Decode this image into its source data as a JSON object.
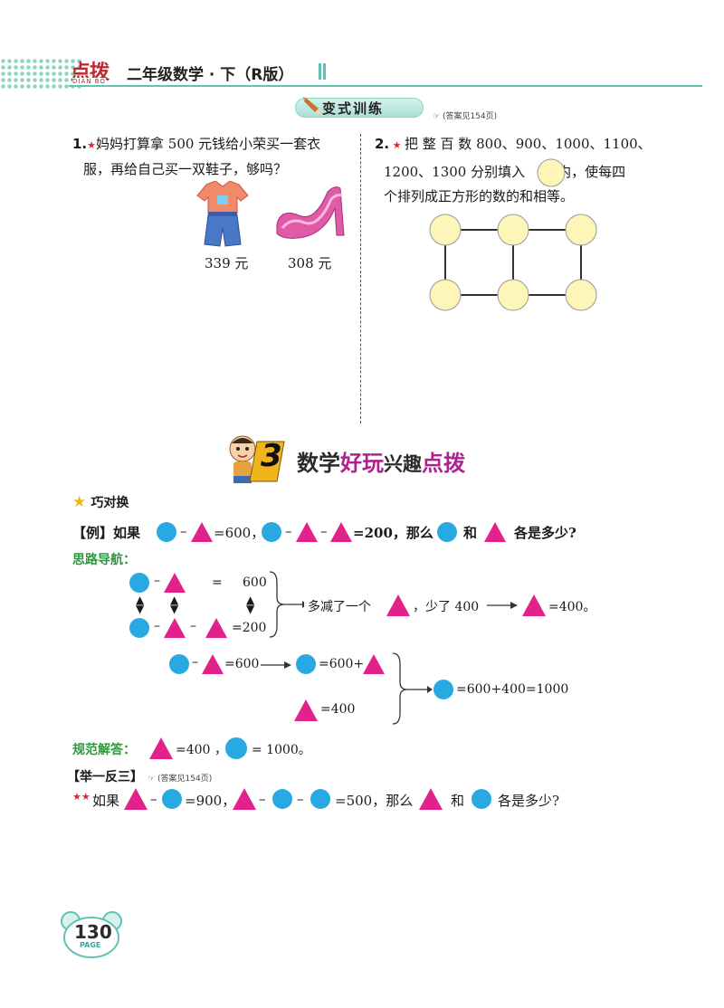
{
  "header": {
    "logo_text": "点拨",
    "logo_pinyin": "DIAN BO",
    "book_title": "二年级数学 · 下（R版）"
  },
  "section_variant": {
    "title": "变式训练",
    "answer_ref": "(答案见154页)"
  },
  "q1": {
    "number": "1.",
    "line1": "妈妈打算拿 500 元钱给小荣买一套衣",
    "line2": "服，再给自己买一双鞋子，够吗？",
    "price_clothes": "339 元",
    "price_shoes": "308 元"
  },
  "q2": {
    "number": "2.",
    "line1": "把 整 百 数 800、900、1000、1100、",
    "line2a": "1200、1300 分别填入",
    "line2b": "内，使每四",
    "line3": "个排列成正方形的数的和相等。"
  },
  "section3": {
    "number": "3",
    "title_a": "数学",
    "title_b": "好玩",
    "title_c": "兴趣",
    "title_d": "点拨"
  },
  "topic": {
    "title": "巧对换"
  },
  "example": {
    "label": "【例】如果",
    "minus": "–",
    "eq600": "=600，",
    "eq200": "=200，那么",
    "and": "和",
    "ask": "各是多少?"
  },
  "nav": {
    "label": "思路导航：",
    "eq_sign": "=",
    "v600": "600",
    "eq200": "=200",
    "less_one": "多减了一个",
    "less400": "，少了 400",
    "eq400_dot": "=400。",
    "eq600": "=600",
    "eq600plus": "=600+",
    "eq400": "=400",
    "result": "=600+400=1000"
  },
  "answer": {
    "label": "规范解答：",
    "eq400": "=400 ，",
    "eq1000": "= 1000。"
  },
  "practice": {
    "label": "【举一反三】",
    "ref": "(答案见154页)",
    "text_if": "如果",
    "minus": "–",
    "eq900": "=900，",
    "eq500": "=500，那么",
    "and": "和",
    "ask": "各是多少?"
  },
  "page": {
    "number": "130",
    "word": "PAGE"
  },
  "colors": {
    "circle": "#29a9e1",
    "triangle": "#e0228a",
    "node": "#fdf6b8",
    "accent": "#5ec3b3"
  }
}
